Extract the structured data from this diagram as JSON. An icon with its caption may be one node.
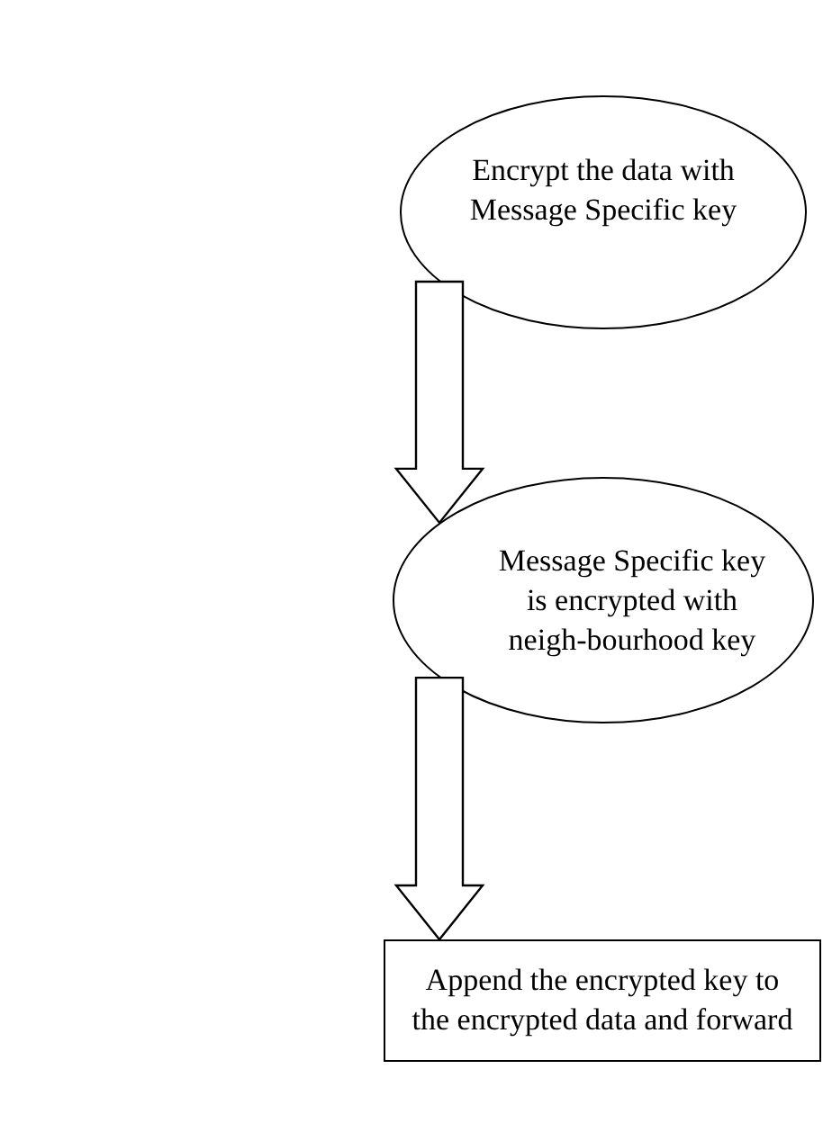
{
  "diagram": {
    "nodes": [
      {
        "text": [
          "Encrypt the data with Message Specific key"
        ]
      },
      {
        "text": [
          "Message Specific key is encrypted with neigh-bourhood key"
        ]
      },
      {
        "text": [
          "Append the encrypted key to the encrypted data and forward"
        ]
      }
    ],
    "edges": [
      {
        "from": 0,
        "to": 1,
        "arrow": "to"
      },
      {
        "from": 1,
        "to": 2,
        "arrow": "to"
      }
    ]
  }
}
